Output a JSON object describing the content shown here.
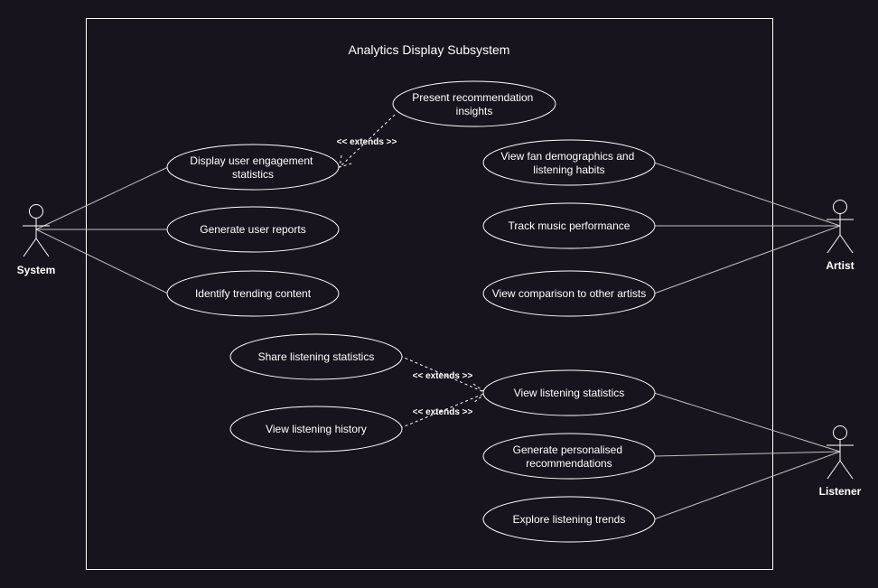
{
  "boundary": {
    "title": "Analytics Display Subsystem"
  },
  "actors": {
    "system": "System",
    "artist": "Artist",
    "listener": "Listener"
  },
  "use_cases": {
    "present_recommendation_insights": [
      "Present recommendation",
      "insights"
    ],
    "display_user_engagement": [
      "Display user engagement",
      "statistics"
    ],
    "generate_user_reports": [
      "Generate user reports"
    ],
    "identify_trending_content": [
      "Identify trending content"
    ],
    "view_fan_demographics": [
      "View fan demographics and",
      "listening habits"
    ],
    "track_music_performance": [
      "Track music performance"
    ],
    "view_comparison": [
      "View comparison to other artists"
    ],
    "share_listening_statistics": [
      "Share listening statistics"
    ],
    "view_listening_history": [
      "View listening history"
    ],
    "view_listening_statistics": [
      "View listening statistics"
    ],
    "generate_personalised_recommendations": [
      "Generate personalised",
      "recommendations"
    ],
    "explore_listening_trends": [
      "Explore listening trends"
    ]
  },
  "relations": {
    "extends_label": "<< extends >>"
  },
  "colors": {
    "background": "#18141d",
    "foreground": "#ffffff",
    "association_line": "#bfbfbf"
  }
}
